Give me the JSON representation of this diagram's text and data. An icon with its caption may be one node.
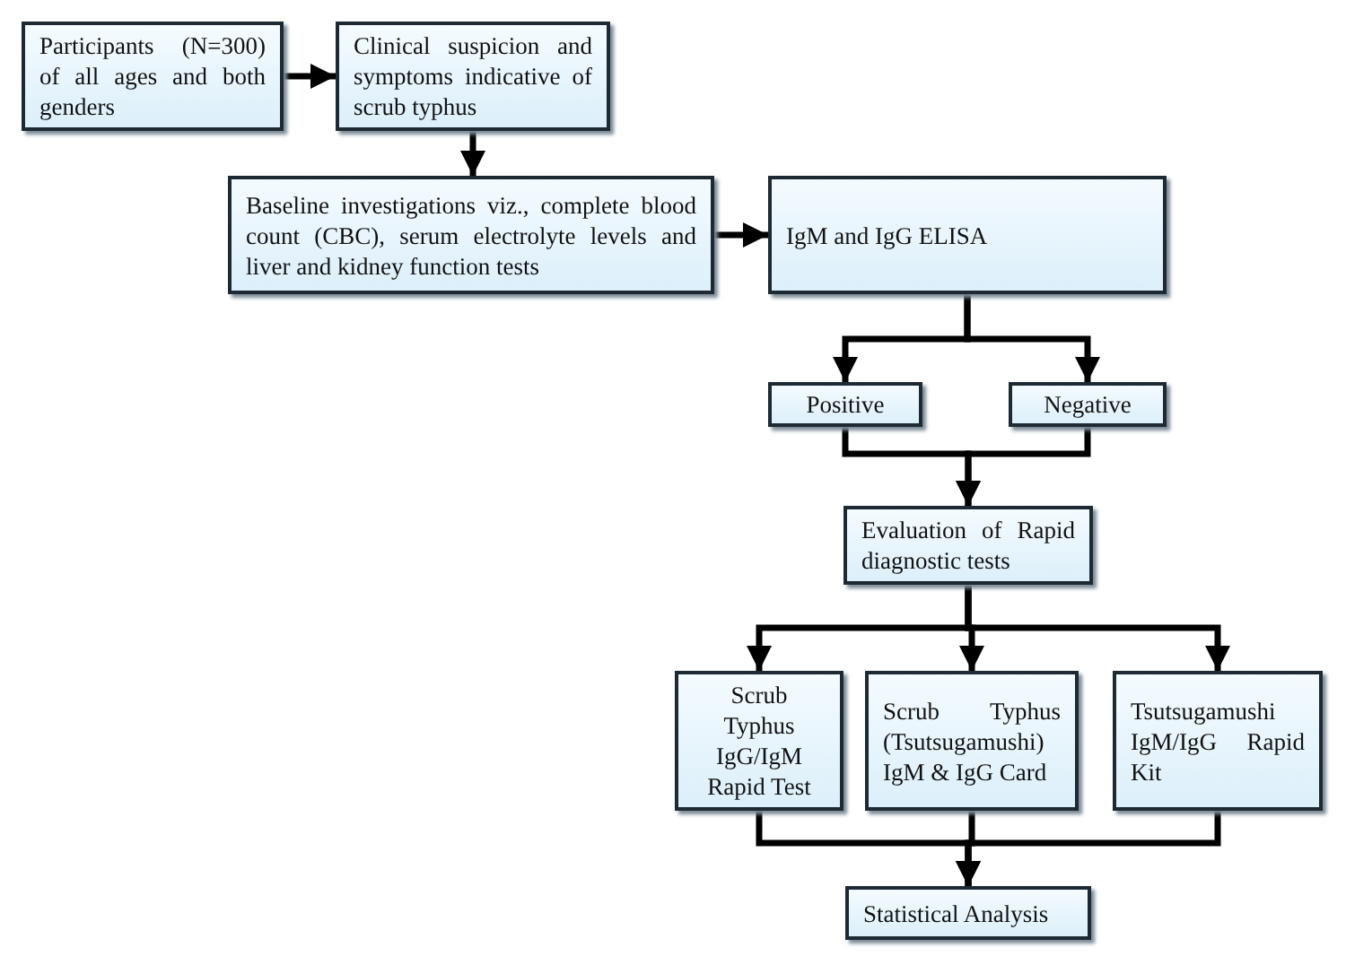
{
  "diagram": {
    "nodes": [
      {
        "text": [
          "Participants (N=300) of all ages and both genders"
        ]
      },
      {
        "text": [
          "Clinical suspicion and symptoms indicative of scrub typhus"
        ]
      },
      {
        "text": [
          "Baseline investigations viz., complete blood count (CBC), serum electrolyte levels and liver and kidney function tests"
        ]
      },
      {
        "text": [
          "IgM and IgG ELISA"
        ]
      },
      {
        "text": [
          "Positive"
        ]
      },
      {
        "text": [
          "Negative"
        ]
      },
      {
        "text": [
          "Evaluation of Rapid diagnostic tests"
        ]
      },
      {
        "text": [
          "Scrub Typhus IgG/IgM Rapid Test"
        ]
      },
      {
        "text": [
          "Scrub Typhus (Tsutsugamushi) IgM & IgG Card"
        ]
      },
      {
        "text": [
          "Tsutsugamushi IgM/IgG Rapid Kit"
        ]
      },
      {
        "text": [
          "Statistical Analysis"
        ]
      }
    ],
    "edges": [
      {
        "from": 0,
        "to": 1,
        "arrow": "to"
      },
      {
        "from": 1,
        "to": 2,
        "arrow": "to"
      },
      {
        "from": 2,
        "to": 3,
        "arrow": "to"
      },
      {
        "from": 3,
        "to": 4,
        "arrow": "to"
      },
      {
        "from": 3,
        "to": 5,
        "arrow": "to"
      },
      {
        "from": 4,
        "to": 6,
        "arrow": "to"
      },
      {
        "from": 5,
        "to": 6,
        "arrow": "to"
      },
      {
        "from": 6,
        "to": 7,
        "arrow": "to"
      },
      {
        "from": 6,
        "to": 8,
        "arrow": "to"
      },
      {
        "from": 6,
        "to": 9,
        "arrow": "to"
      },
      {
        "from": 7,
        "to": 10,
        "arrow": "to"
      },
      {
        "from": 8,
        "to": 10,
        "arrow": "to"
      },
      {
        "from": 9,
        "to": 10,
        "arrow": "to"
      }
    ]
  }
}
